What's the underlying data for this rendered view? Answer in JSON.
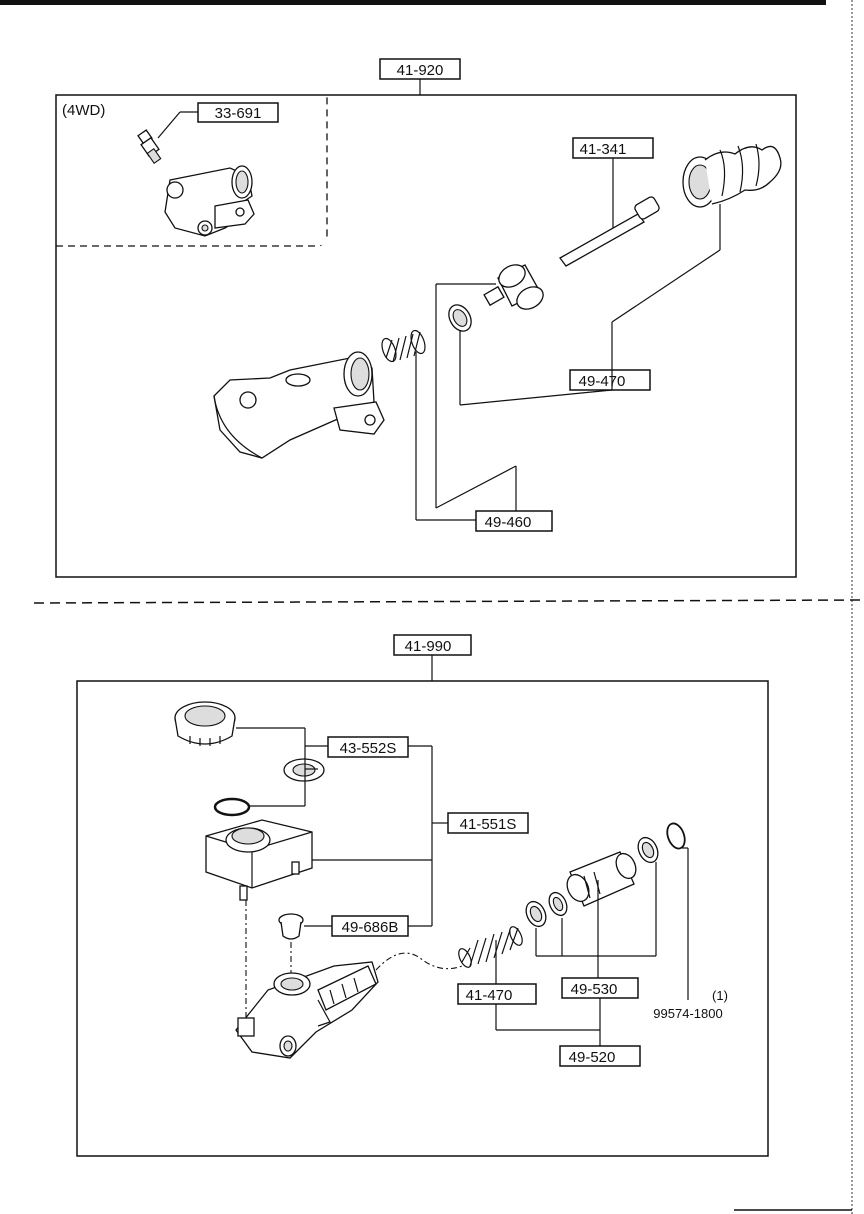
{
  "top_section": {
    "variant_label": "(4WD)",
    "callouts": {
      "assembly": "41-920",
      "fitting": "33-691",
      "pushrod": "41-341",
      "piston_kit": "49-470",
      "spring_kit": "49-460"
    }
  },
  "bottom_section": {
    "callouts": {
      "assembly": "41-990",
      "cap_kit": "43-552S",
      "reservoir": "41-551S",
      "bushing": "49-686B",
      "spring": "41-470",
      "seal_kit": "49-530",
      "repair_kit": "49-520",
      "snap_ring_qty": "(1)",
      "snap_ring": "99574-1800"
    }
  }
}
